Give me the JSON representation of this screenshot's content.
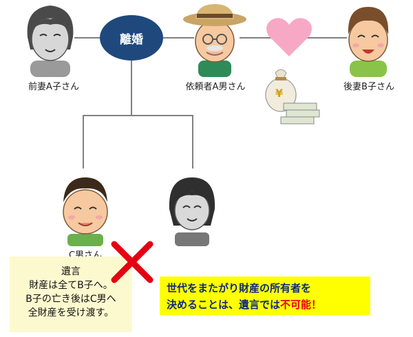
{
  "center_badge": "離婚",
  "people": {
    "ex_wife": "前妻A子さん",
    "client": "依頼者A男さん",
    "wife": "後妻B子さん",
    "son": "C男さん"
  },
  "money_symbol": "¥",
  "will": {
    "title": "遺言",
    "line1": "財産は全てB子へ。",
    "line2": "B子の亡き後はC男へ",
    "line3": "全財産を受け渡す。"
  },
  "callout": {
    "line1": "世代をまたがり財産の所有者を",
    "line2_before": "決めることは、遺言では",
    "line2_emph": "不可能",
    "line2_after": "！"
  },
  "colors": {
    "badge": "#1f497d",
    "heart": "#f7a8c4",
    "cross": "#e60012",
    "callout_bg": "#ffff00",
    "note_bg": "#fdf9cf"
  }
}
